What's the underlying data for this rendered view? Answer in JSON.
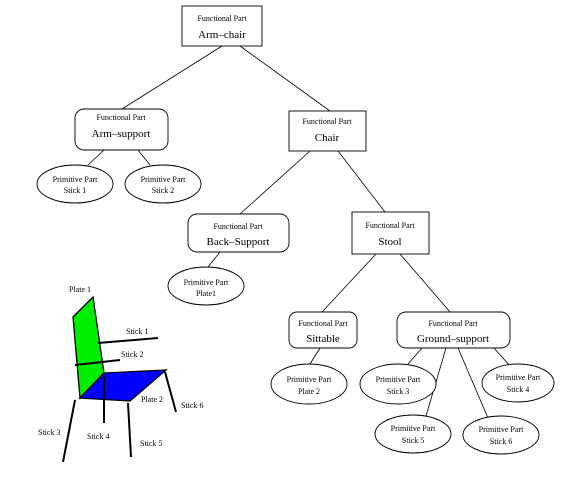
{
  "tree": {
    "nodes": {
      "armchair": {
        "kind": "Functional Part",
        "name": "Arm–chair"
      },
      "armsupport": {
        "kind": "Functional Part",
        "name": "Arm–support"
      },
      "chair": {
        "kind": "Functional Part",
        "name": "Chair"
      },
      "backsupport": {
        "kind": "Functional Part",
        "name": "Back–Support"
      },
      "stool": {
        "kind": "Functional Part",
        "name": "Stool"
      },
      "sittable": {
        "kind": "Functional Part",
        "name": "Sittable"
      },
      "groundsupport": {
        "kind": "Functional Part",
        "name": "Ground–support"
      },
      "p_stick1": {
        "kind": "Primitive Part",
        "name": "Stick 1"
      },
      "p_stick2": {
        "kind": "Primitive Part",
        "name": "Stick 2"
      },
      "p_plate1": {
        "kind": "Primitive Part",
        "name": "Plate1"
      },
      "p_plate2": {
        "kind": "Primitive Part",
        "name": "Plate 2"
      },
      "p_stick3": {
        "kind": "Primitive Part",
        "name": "Stick 3"
      },
      "p_stick4": {
        "kind": "Primitive Part",
        "name": "Stick 4"
      },
      "p_stick5": {
        "kind": "Primitive Part",
        "name": "Stick 5"
      },
      "p_stick6": {
        "kind": "Primitive Part",
        "name": "Stick 6"
      }
    }
  },
  "chair_drawing": {
    "labels": {
      "plate1": "Plate 1",
      "plate2": "Plate 2",
      "stick1": "Stick 1",
      "stick2": "Stick 2",
      "stick3": "Stick 3",
      "stick4": "Stick 4",
      "stick5": "Stick 5",
      "stick6": "Stick 6"
    },
    "colors": {
      "back": "#00ee00",
      "seat": "#0000ff",
      "outline": "#000000"
    }
  }
}
